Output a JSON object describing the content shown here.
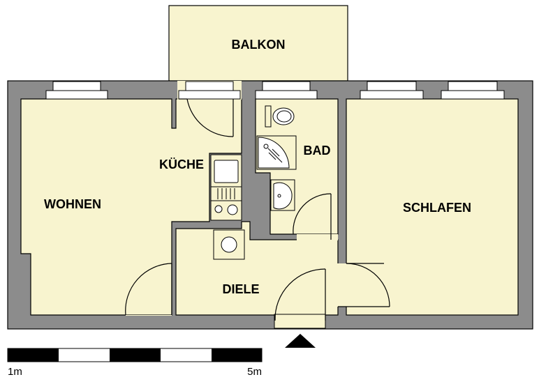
{
  "rooms": {
    "balkon": "BALKON",
    "kueche": "KÜCHE",
    "bad": "BAD",
    "wohnen": "WOHNEN",
    "schlafen": "SCHLAFEN",
    "diele": "DIELE"
  },
  "scale": {
    "start_label": "1m",
    "end_label": "5m"
  },
  "colors": {
    "floor": "#f8f4cf",
    "wall": "#8c8c8c",
    "line": "#000000",
    "window": "#ffffff"
  },
  "entrance_marker": "arrow-up-icon"
}
